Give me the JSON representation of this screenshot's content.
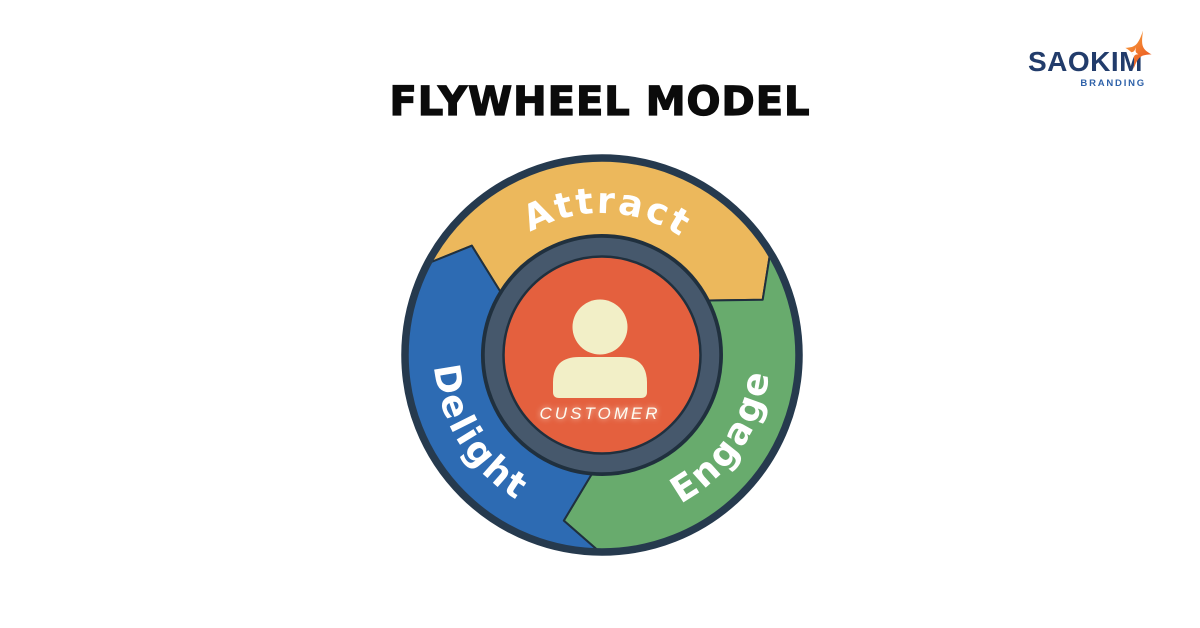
{
  "page": {
    "background": "#ffffff"
  },
  "title": "FLYWHEEL MODEL",
  "logo": {
    "name": "SAOKIM",
    "subtitle": "BRANDING",
    "colors": {
      "name": "#223c6b",
      "subtitle": "#2f62a9",
      "star_outer": "#f9a63f",
      "star_inner": "#e8481c"
    }
  },
  "flywheel": {
    "type": "cycle-diagram",
    "rotation": "clockwise",
    "center": {
      "label": "CUSTOMER",
      "label_color": "#fdfcf2",
      "fill": "#e4603e",
      "icon": "person-icon"
    },
    "ring_color": "#46586c",
    "border_color": "#263a4e",
    "outline_color": "#20303e",
    "person_color": "#f2efc7",
    "label_color": "#ffffff",
    "segments": [
      {
        "id": "attract",
        "label": "Attract",
        "color": "#ecb85c",
        "position": "top"
      },
      {
        "id": "engage",
        "label": "Engage",
        "color": "#68ab6d",
        "position": "bottom-right"
      },
      {
        "id": "delight",
        "label": "Delight",
        "color": "#2d6bb3",
        "position": "bottom-left"
      }
    ]
  }
}
